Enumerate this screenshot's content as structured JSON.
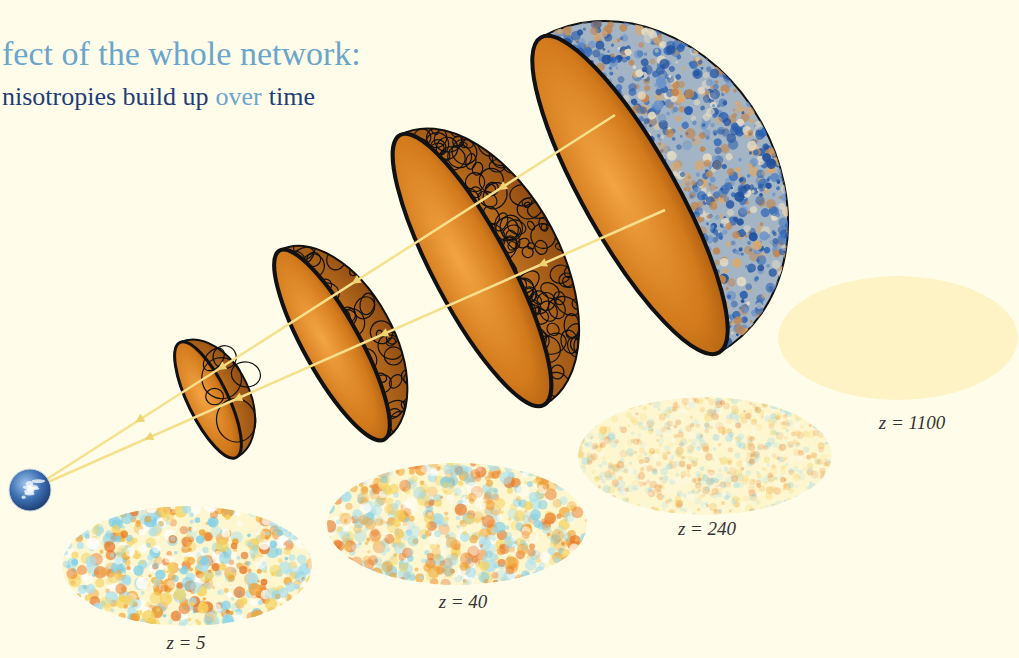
{
  "diagram": {
    "title": "fect of the whole network:",
    "labels": [
      "nisotropies build up",
      "over",
      "time",
      "z = 5",
      "z = 40",
      "z = 240",
      "z = 1100"
    ]
  }
}
